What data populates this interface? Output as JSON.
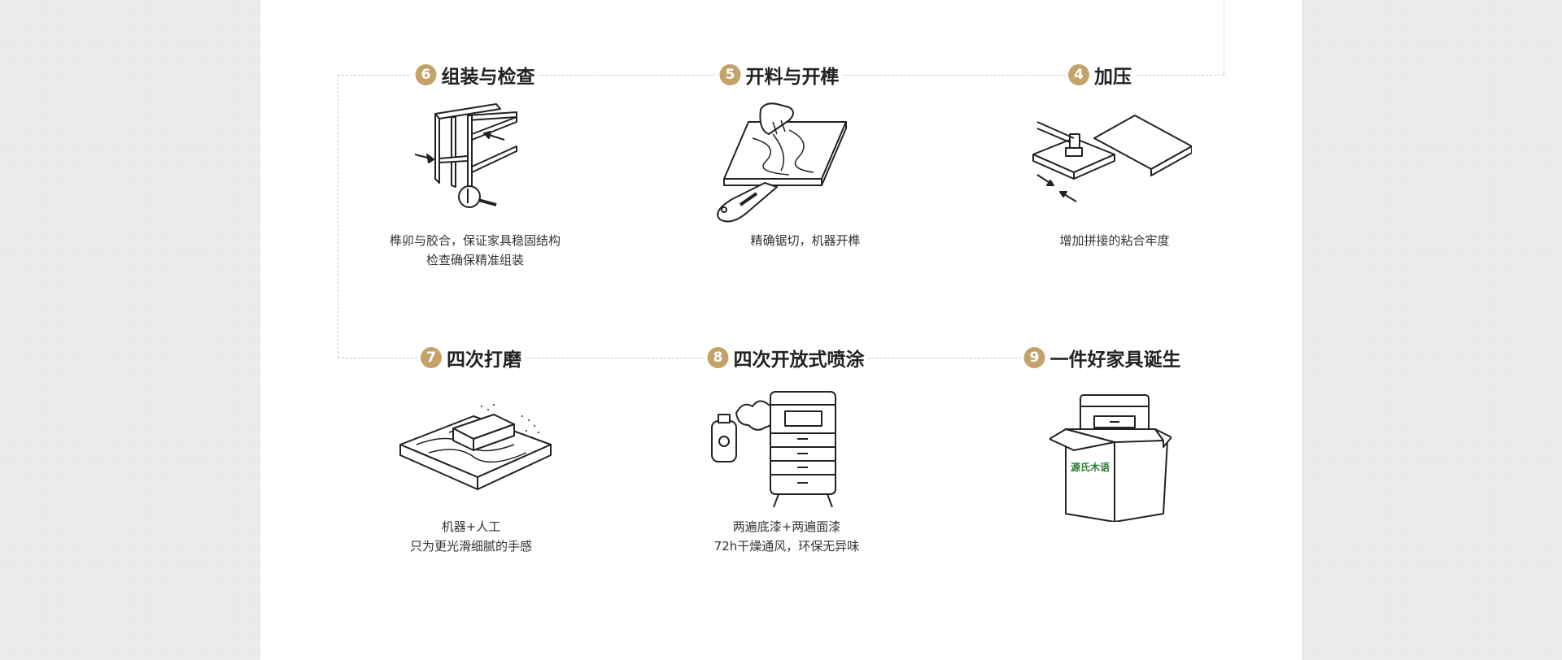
{
  "steps": [
    {
      "num": "6",
      "title": "组装与检查",
      "desc": [
        "榫卯与胶合，保证家具稳固结构",
        "检查确保精准组装"
      ],
      "icon": "assembly-icon"
    },
    {
      "num": "5",
      "title": "开料与开榫",
      "desc": [
        "精确锯切，机器开榫"
      ],
      "icon": "saw-cutting-icon"
    },
    {
      "num": "4",
      "title": "加压",
      "desc": [
        "增加拼接的粘合牢度"
      ],
      "icon": "press-icon"
    },
    {
      "num": "7",
      "title": "四次打磨",
      "desc": [
        "机器+人工",
        "只为更光滑细腻的手感"
      ],
      "icon": "sanding-icon"
    },
    {
      "num": "8",
      "title": "四次开放式喷涂",
      "desc": [
        "两遍底漆+两遍面漆",
        "72h干燥通风，环保无异味"
      ],
      "icon": "spray-paint-icon"
    },
    {
      "num": "9",
      "title": "一件好家具诞生",
      "desc": [],
      "icon": "packaged-furniture-icon"
    }
  ],
  "brand": {
    "logo_text": "源氏木语"
  },
  "colors": {
    "accent": "#c4a36b",
    "text": "#222222",
    "dash": "#c9c9c9"
  }
}
